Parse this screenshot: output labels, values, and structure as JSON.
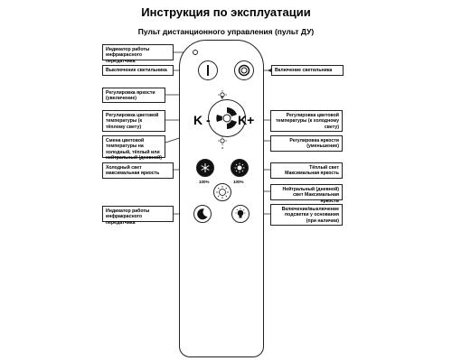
{
  "header": {
    "title": "Инструкция по эксплуатации",
    "subtitle": "Пульт дистанционного управления (пульт ДУ)"
  },
  "labels": {
    "ir_indicator_top": "Индикатор работы инфракрасного передатчика",
    "power_off": "Выключение светильника",
    "power_on": "Включение светильника",
    "brightness_up": "Регулировка яркости (увеличение)",
    "color_temp_warm": "Регулировка цветовой температуры (к тёплому свету)",
    "color_temp_cold": "Регулировка цветовой температуры (к холодному свету)",
    "color_switch": "Смена цветовой температуры на холодный, тёплый или нейтральный (дневной) свет",
    "brightness_down": "Регулировка яркости (уменьшение)",
    "cold_max": "Холодный свет максимальная яркость",
    "warm_max": "Тёплый свет Максимальная яркость",
    "neutral_max": "Нейтральный (дневной) свет Максимальная яркость",
    "ir_indicator_bottom": "Индикатор работы инфракрасного передатчика",
    "backlight_toggle": "Включение/выключение подсветки у основания (при наличии)"
  },
  "remote": {
    "k_minus": "K -",
    "k_plus": "K+",
    "center_plus": "+",
    "center_minus": "-",
    "cold_pct": "100%",
    "warm_pct": "100%"
  },
  "icons": {
    "power_off": "power-off-icon",
    "power_on": "power-on-icon",
    "sun": "sun-icon",
    "snowflake": "snowflake-icon",
    "moon": "moon-icon",
    "bulb": "bulb-icon"
  }
}
